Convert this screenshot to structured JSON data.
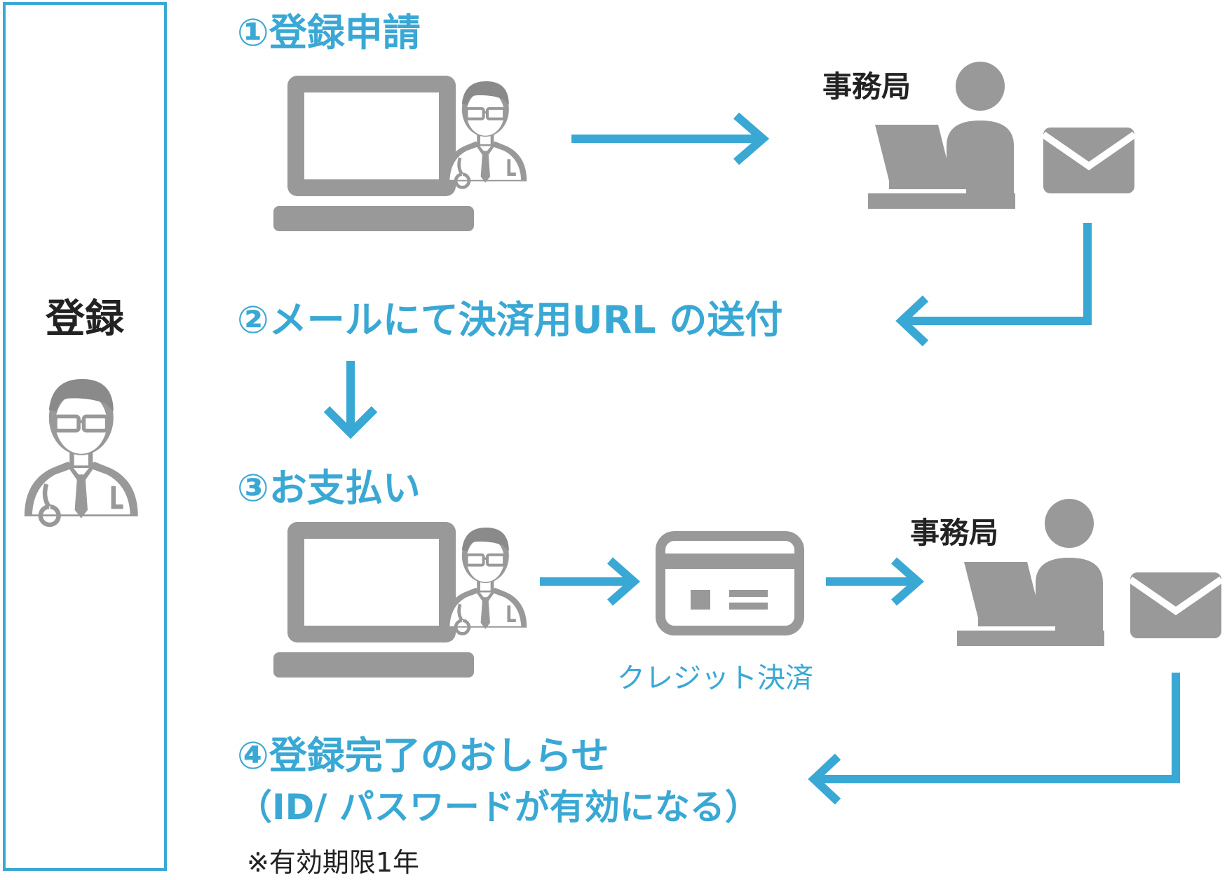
{
  "colors": {
    "accent": "#3aa8d4",
    "icon": "#999999",
    "text": "#222222"
  },
  "sidebar": {
    "label": "登録",
    "icon": "doctor-icon"
  },
  "steps": [
    {
      "label": "①登録申請"
    },
    {
      "label": "②メールにて決済用URL の送付"
    },
    {
      "label": "③お支払い"
    },
    {
      "label": "④登録完了のおしらせ",
      "sub": "（ID/ パスワードが有効になる）"
    }
  ],
  "office": {
    "label": "事務局"
  },
  "card": {
    "caption": "クレジット決済"
  },
  "note": "※有効期限1年"
}
